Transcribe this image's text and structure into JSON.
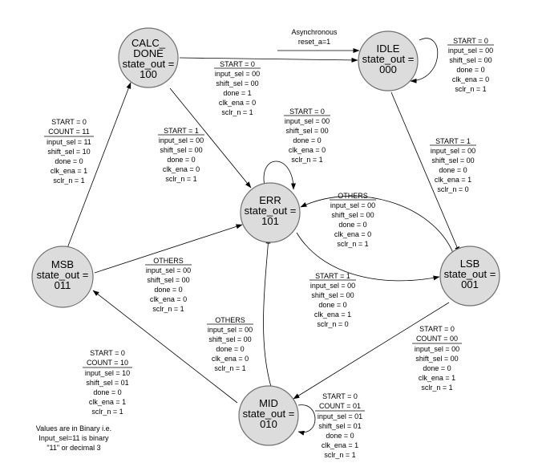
{
  "states": {
    "calc_done": [
      "CALC_",
      "DONE",
      "state_out =",
      "100"
    ],
    "idle": [
      "IDLE",
      "state_out =",
      "000"
    ],
    "err": [
      "ERR",
      "state_out =",
      "101"
    ],
    "msb": [
      "MSB",
      "state_out =",
      "011"
    ],
    "lsb": [
      "LSB",
      "state_out =",
      "001"
    ],
    "mid": [
      "MID",
      "state_out =",
      "010"
    ]
  },
  "labels": {
    "reset": [
      "Asynchronous",
      "reset_a=1"
    ],
    "idle_self": [
      "START = 0",
      "input_sel = 00",
      "shift_sel = 00",
      "done = 0",
      "clk_ena = 0",
      "sclr_n = 1"
    ],
    "calc_to_idle": [
      "START = 0",
      "input_sel = 00",
      "shift_sel = 00",
      "done = 1",
      "clk_ena = 0",
      "sclr_n = 1"
    ],
    "err_self": [
      "START = 0",
      "input_sel = 00",
      "shift_sel = 00",
      "done = 0",
      "clk_ena = 0",
      "sclr_n = 1"
    ],
    "calc_to_err": [
      "START = 1",
      "input_sel = 00",
      "shift_sel = 00",
      "done = 0",
      "clk_ena = 0",
      "sclr_n = 1"
    ],
    "msb_to_calc": [
      "START = 0",
      "COUNT = 11",
      "input_sel = 11",
      "shift_sel = 10",
      "done = 0",
      "clk_ena = 1",
      "sclr_n = 1"
    ],
    "idle_to_lsb": [
      "START = 1",
      "input_sel = 00",
      "shift_sel = 00",
      "done = 0",
      "clk_ena = 1",
      "sclr_n = 0"
    ],
    "lsb_to_err": [
      "OTHERS",
      "input_sel = 00",
      "shift_sel = 00",
      "done = 0",
      "clk_ena = 0",
      "sclr_n = 1"
    ],
    "msb_to_err": [
      "OTHERS",
      "input_sel = 00",
      "shift_sel = 00",
      "done = 0",
      "clk_ena = 0",
      "sclr_n = 1"
    ],
    "err_to_lsb": [
      "START = 1",
      "input_sel = 00",
      "shift_sel = 00",
      "done = 0",
      "clk_ena = 1",
      "sclr_n = 0"
    ],
    "mid_to_err": [
      "OTHERS",
      "input_sel = 00",
      "shift_sel = 00",
      "done = 0",
      "clk_ena = 0",
      "sclr_n = 1"
    ],
    "lsb_to_mid": [
      "START = 0",
      "COUNT = 00",
      "input_sel = 00",
      "shift_sel = 00",
      "done = 0",
      "clk_ena = 1",
      "sclr_n = 1"
    ],
    "mid_to_msb": [
      "START = 0",
      "COUNT = 10",
      "input_sel = 10",
      "shift_sel = 01",
      "done = 0",
      "clk_ena = 1",
      "sclr_n = 1"
    ],
    "mid_self": [
      "START = 0",
      "COUNT = 01",
      "input_sel = 01",
      "shift_sel = 01",
      "done = 0",
      "clk_ena = 1",
      "sclr_n = 1"
    ]
  },
  "note": [
    "Values are in Binary i.e.",
    "Input_sel=11 is binary",
    "\"11\" or decimal 3"
  ]
}
